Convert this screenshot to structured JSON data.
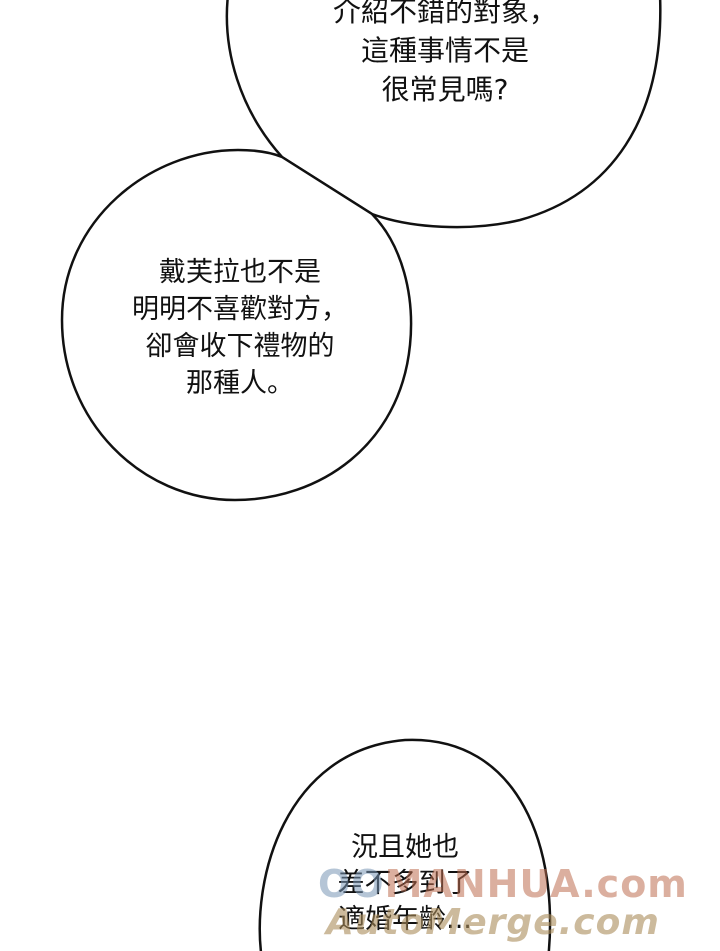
{
  "bubbles": [
    {
      "lines": [
        "介紹不錯的對象，",
        "這種事情不是",
        "很常見嗎?"
      ]
    },
    {
      "lines": [
        "戴芙拉也不是",
        "明明不喜歡對方，",
        "卻會收下禮物的",
        "那種人。"
      ]
    },
    {
      "lines": [
        "況且她也",
        "差不多到了",
        "適婚年齡..."
      ]
    }
  ],
  "watermark": {
    "top_prefix": "OO",
    "top_text": "MANHUA.com",
    "bottom_text": "AutoMerge.com"
  },
  "colors": {
    "background": "#ffffff",
    "ink": "#111111"
  }
}
